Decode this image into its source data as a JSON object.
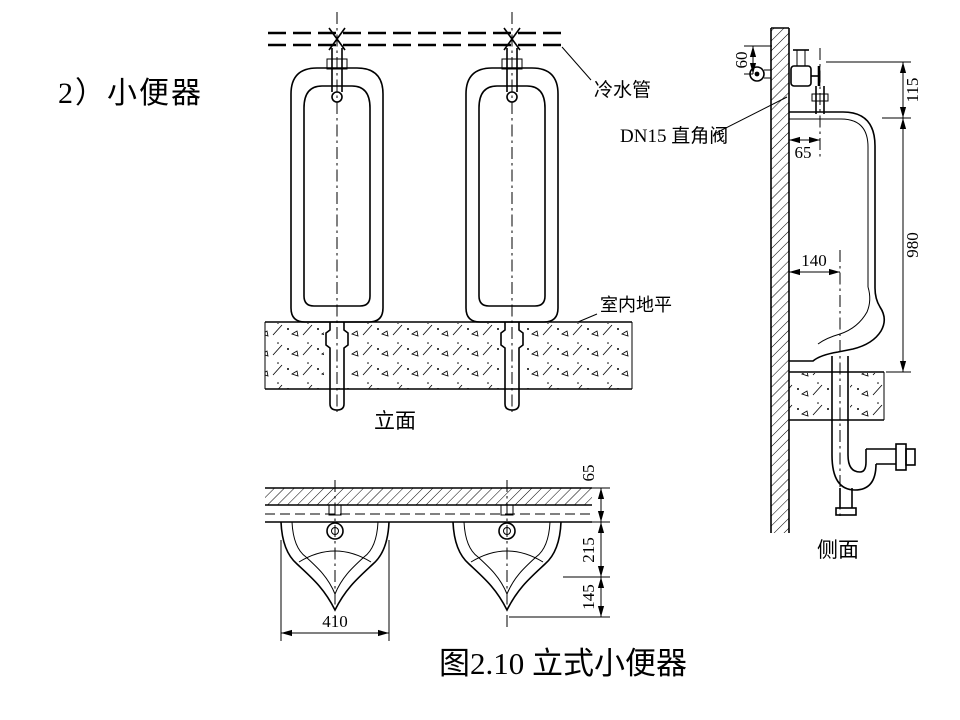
{
  "slide": {
    "title": "2）小便器",
    "caption": "图2.10  立式小便器"
  },
  "front_view": {
    "name_label": "立面",
    "cold_water_pipe": "冷水管",
    "indoor_floor": "室内地平"
  },
  "plan_view": {
    "width_dim": "410",
    "wall_dim": "65",
    "depth_dim": "215",
    "front_dim": "145"
  },
  "side_view": {
    "name_label": "侧面",
    "valve_label": "DN15 直角阀",
    "pipe_offset_dim": "60",
    "top_offset_dim": "115",
    "pipe_wall_dim": "65",
    "drain_wall_dim": "140",
    "height_dim": "980"
  }
}
